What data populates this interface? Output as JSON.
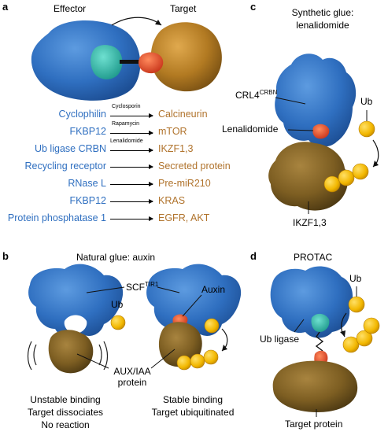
{
  "panel_a": {
    "letter": "a",
    "effector_label": "Effector",
    "target_label": "Target",
    "rows": [
      {
        "effector": "Cyclophilin",
        "glue": "Cyclosporin",
        "target": "Calcineurin"
      },
      {
        "effector": "FKBP12",
        "glue": "Rapamycin",
        "target": "mTOR"
      },
      {
        "effector": "Ub ligase CRBN",
        "glue": "Lenalidomide",
        "target": "IKZF1,3"
      },
      {
        "effector": "Recycling receptor",
        "glue": "",
        "target": "Secreted protein"
      },
      {
        "effector": "RNase L",
        "glue": "",
        "target": "Pre-miR210"
      },
      {
        "effector": "FKBP12",
        "glue": "",
        "target": "KRAS"
      },
      {
        "effector": "Protein phosphatase 1",
        "glue": "",
        "target": "EGFR, AKT"
      }
    ]
  },
  "panel_b": {
    "letter": "b",
    "title": "Natural glue: auxin",
    "scf_label": "SCF",
    "scf_sup": "TIR1",
    "ub_label": "Ub",
    "auxin_label": "Auxin",
    "aux_label_line1": "AUX/IAA",
    "aux_label_line2": "protein",
    "left_caption": [
      "Unstable binding",
      "Target dissociates",
      "No reaction"
    ],
    "right_caption": [
      "Stable binding",
      "Target ubiquitinated"
    ]
  },
  "panel_c": {
    "letter": "c",
    "title_line1": "Synthetic glue:",
    "title_line2": "lenalidomide",
    "crl_label": "CRL4",
    "crl_sup": "CRBN",
    "ub_label": "Ub",
    "drug_label": "Lenalidomide",
    "target_label": "IKZF1,3"
  },
  "panel_d": {
    "letter": "d",
    "title": "PROTAC",
    "ub_label": "Ub",
    "ligase_label": "Ub ligase",
    "target_label": "Target protein"
  },
  "colors": {
    "effector_blue": "#2f6fc0",
    "target_brown": "#b0732c",
    "teal": "#2ab3a3",
    "red_glue": "#e0471f",
    "ub_yellow": "#f2b700"
  }
}
